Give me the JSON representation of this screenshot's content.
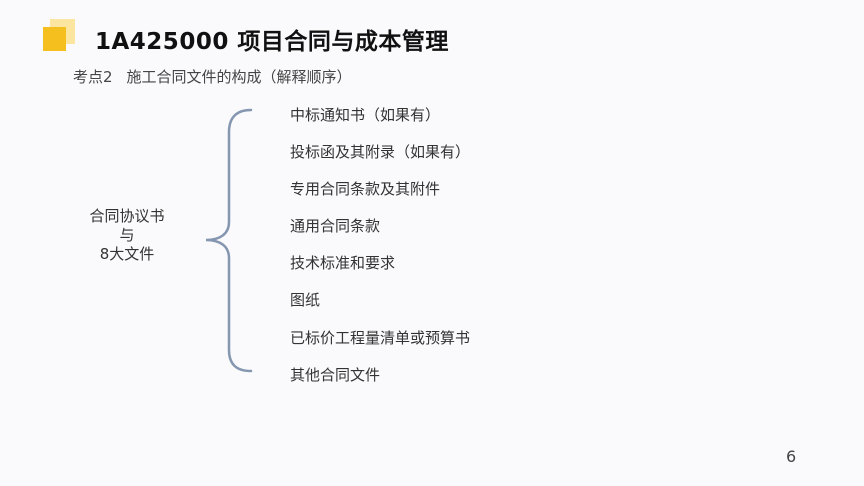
{
  "header": {
    "logo_icon": "stacked-squares-icon",
    "title": "1A425000  项目合同与成本管理",
    "subtitle_prefix": "考点2",
    "subtitle_text": "施工合同文件的构成（解释顺序）"
  },
  "diagram": {
    "left_label": [
      "合同协议书",
      "与",
      "8大文件"
    ],
    "brace_color": "#8496b0",
    "items": [
      "中标通知书（如果有）",
      "投标函及其附录（如果有）",
      "专用合同条款及其附件",
      "通用合同条款",
      "技术标准和要求",
      "图纸",
      "已标价工程量清单或预算书",
      "其他合同文件"
    ]
  },
  "footer": {
    "page_number": "6"
  },
  "colors": {
    "logo_front": "#f5bf1e",
    "logo_back": "#fbe08e",
    "background": "#fafafc"
  }
}
